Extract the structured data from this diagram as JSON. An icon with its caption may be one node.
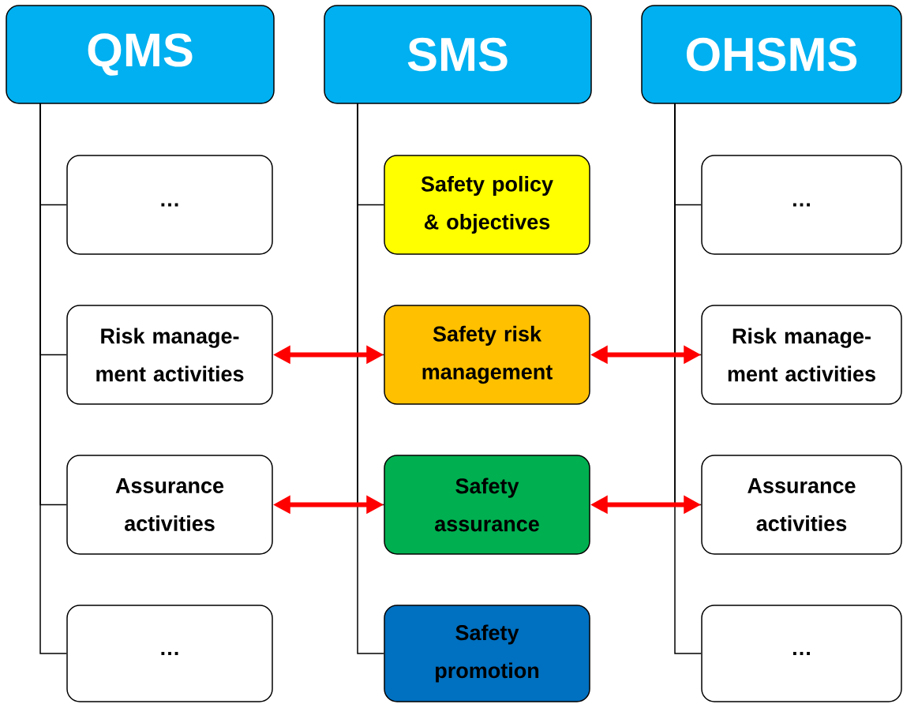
{
  "diagram": {
    "nodes": [
      {
        "text": [
          "QMS"
        ]
      },
      {
        "text": [
          "SMS"
        ]
      },
      {
        "text": [
          "OHSMS"
        ]
      },
      {
        "text": [
          "…"
        ]
      },
      {
        "text": [
          "Risk manage-ment activities"
        ]
      },
      {
        "text": [
          "Assurance activities"
        ]
      },
      {
        "text": [
          "…"
        ]
      },
      {
        "text": [
          "Safety policy & objectives"
        ]
      },
      {
        "text": [
          "Safety risk management"
        ]
      },
      {
        "text": [
          "Safety assurance"
        ]
      },
      {
        "text": [
          "Safety promotion"
        ]
      },
      {
        "text": [
          "…"
        ]
      },
      {
        "text": [
          "Risk manage-ment activities"
        ]
      },
      {
        "text": [
          "Assurance activities"
        ]
      },
      {
        "text": [
          "…"
        ]
      }
    ],
    "edges": [
      {
        "from": 0,
        "to": 3,
        "arrow": "none"
      },
      {
        "from": 0,
        "to": 4,
        "arrow": "none"
      },
      {
        "from": 0,
        "to": 5,
        "arrow": "none"
      },
      {
        "from": 0,
        "to": 6,
        "arrow": "none"
      },
      {
        "from": 1,
        "to": 7,
        "arrow": "none"
      },
      {
        "from": 1,
        "to": 8,
        "arrow": "none"
      },
      {
        "from": 1,
        "to": 9,
        "arrow": "none"
      },
      {
        "from": 1,
        "to": 10,
        "arrow": "none"
      },
      {
        "from": 2,
        "to": 11,
        "arrow": "none"
      },
      {
        "from": 2,
        "to": 12,
        "arrow": "none"
      },
      {
        "from": 2,
        "to": 13,
        "arrow": "none"
      },
      {
        "from": 2,
        "to": 14,
        "arrow": "none"
      },
      {
        "from": 4,
        "to": 8,
        "arrow": "both",
        "style": "thick",
        "color": "#ff0000"
      },
      {
        "from": 5,
        "to": 9,
        "arrow": "both",
        "style": "thick",
        "color": "#ff0000"
      },
      {
        "from": 8,
        "to": 12,
        "arrow": "both",
        "style": "thick",
        "color": "#ff0000"
      },
      {
        "from": 9,
        "to": 13,
        "arrow": "both",
        "style": "thick",
        "color": "#ff0000"
      }
    ]
  }
}
